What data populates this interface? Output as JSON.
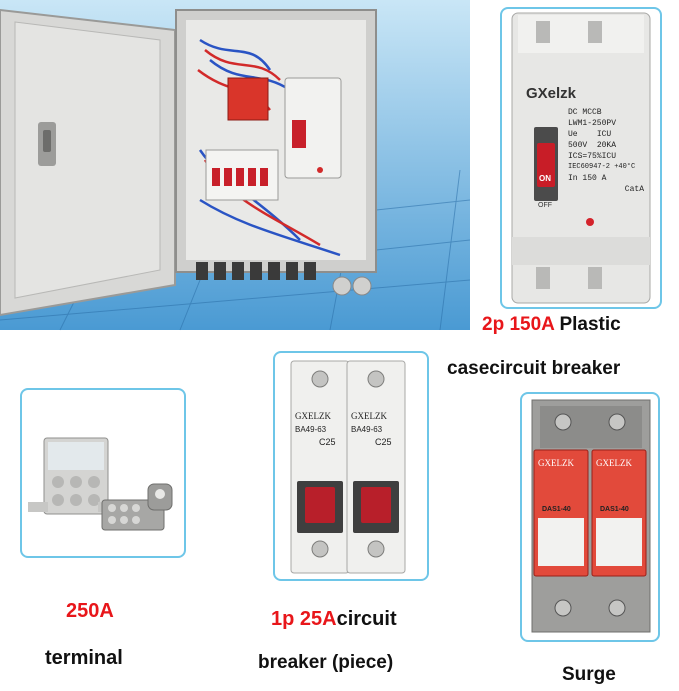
{
  "colors": {
    "accent_red": "#e8161a",
    "frame_blue": "#6ec6e8",
    "panel_grey": "#d9d9d9",
    "spd_red": "#e24a3b"
  },
  "brand": "GXelzk",
  "brand_upper": "GXELZK",
  "mccb": {
    "title_red": "2p 150A",
    "title_black": " Plastic",
    "title_line2": "casecircuit breaker",
    "face": {
      "type": "DC  MCCB",
      "model": "LWM1-250PV",
      "ue_label": "Ue",
      "ue_value": "500V",
      "icu_label": "ICU",
      "icu_value": "20KA",
      "ics": "ICS=75%ICU",
      "standard": "IEC60947-2 +40°C",
      "rating": "In  150  A",
      "cat": "CatA",
      "on_text": "ON",
      "off_text": "OFF"
    }
  },
  "terminal": {
    "title_red": "250A",
    "title_black": "terminal"
  },
  "mcb": {
    "title_red": "1p 25A",
    "title_black": "circuit",
    "title_line2": "breaker (piece)",
    "model": "BA49-63",
    "rating": "C25"
  },
  "surge": {
    "title": "Surge",
    "spd_model": "DAS1-40"
  }
}
